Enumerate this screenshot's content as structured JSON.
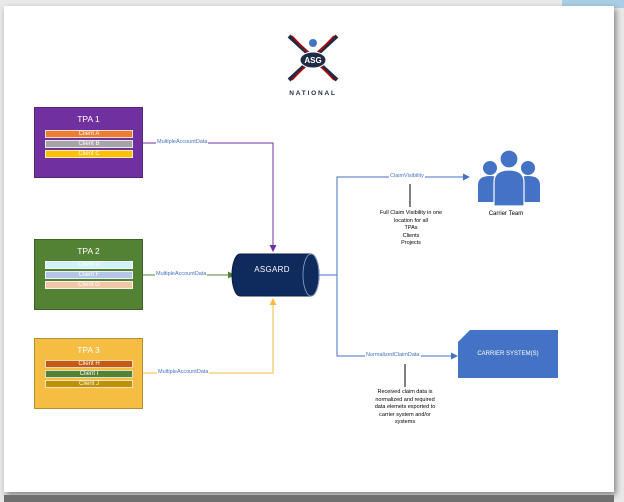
{
  "logo": {
    "badge_text": "ASG",
    "subtitle": "NATIONAL"
  },
  "tpas": [
    {
      "title": "TPA 1",
      "color": "#7030a0",
      "clients": [
        {
          "label": "Client A",
          "color": "#ed7d31"
        },
        {
          "label": "Client B",
          "color": "#a5a5a5"
        },
        {
          "label": "Client C",
          "color": "#ffc000"
        }
      ]
    },
    {
      "title": "TPA 2",
      "color": "#548235",
      "clients": [
        {
          "label": "Client D",
          "color": "#cff3f7"
        },
        {
          "label": "Client F",
          "color": "#b4c7e7"
        },
        {
          "label": "Client G",
          "color": "#f0c8a8"
        }
      ]
    },
    {
      "title": "TPA 3",
      "color": "#f5bd42",
      "clients": [
        {
          "label": "Client H",
          "color": "#c55a11"
        },
        {
          "label": "Client I",
          "color": "#548235"
        },
        {
          "label": "Client J",
          "color": "#bf9000"
        }
      ]
    }
  ],
  "edges": {
    "tpa1": "MultipleAccountData",
    "tpa2": "MultipleAccountData",
    "tpa3": "MultipleAccountData",
    "claim_visibility": "ClaimVisibility",
    "normalized": "NormalizedClaimData"
  },
  "hub": {
    "label": "ASGARD",
    "color": "#0f2a5c"
  },
  "carrier_team": {
    "label": "Carrier Team",
    "color": "#4472c4"
  },
  "carrier_system": {
    "label": "CARRIER SYSTEM(S)"
  },
  "notes": {
    "visibility": [
      "Full Claim Visibility in one",
      "location for all",
      "TPAs",
      "Clients",
      "Projects"
    ],
    "normalized": [
      "Received claim data is",
      "normalized and required",
      "data elemets exported to",
      "carrier system and/or",
      "systems"
    ]
  },
  "colors": {
    "tpa1_arrow": "#7030a0",
    "tpa2_arrow": "#548235",
    "tpa3_arrow": "#f5bd42",
    "connector": "#4472c4"
  }
}
